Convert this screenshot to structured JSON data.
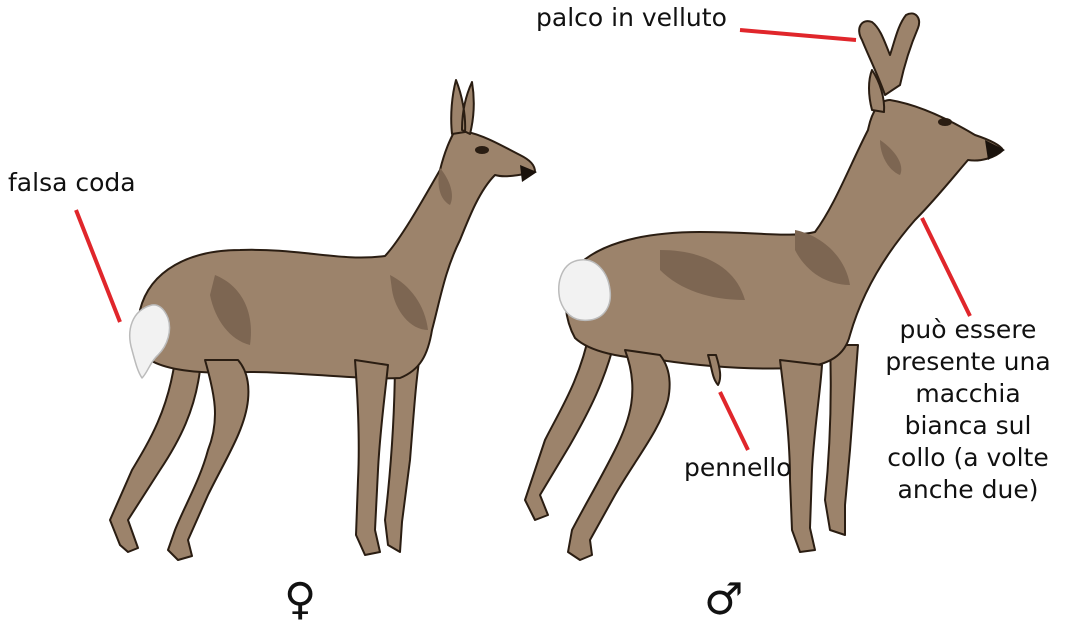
{
  "labels": {
    "velvet_antler": "palco in velluto",
    "false_tail": "falsa coda",
    "brush": "pennello",
    "neck_patch": "può essere presente una macchia bianca sul collo (a volte anche due)"
  },
  "symbols": {
    "female": "♀",
    "male": "♂"
  },
  "colors": {
    "body": "#9c836b",
    "shadow": "#7d6652",
    "rump": "#f2f2f2",
    "leader": "#e0262b",
    "outline": "#2a1d12"
  }
}
